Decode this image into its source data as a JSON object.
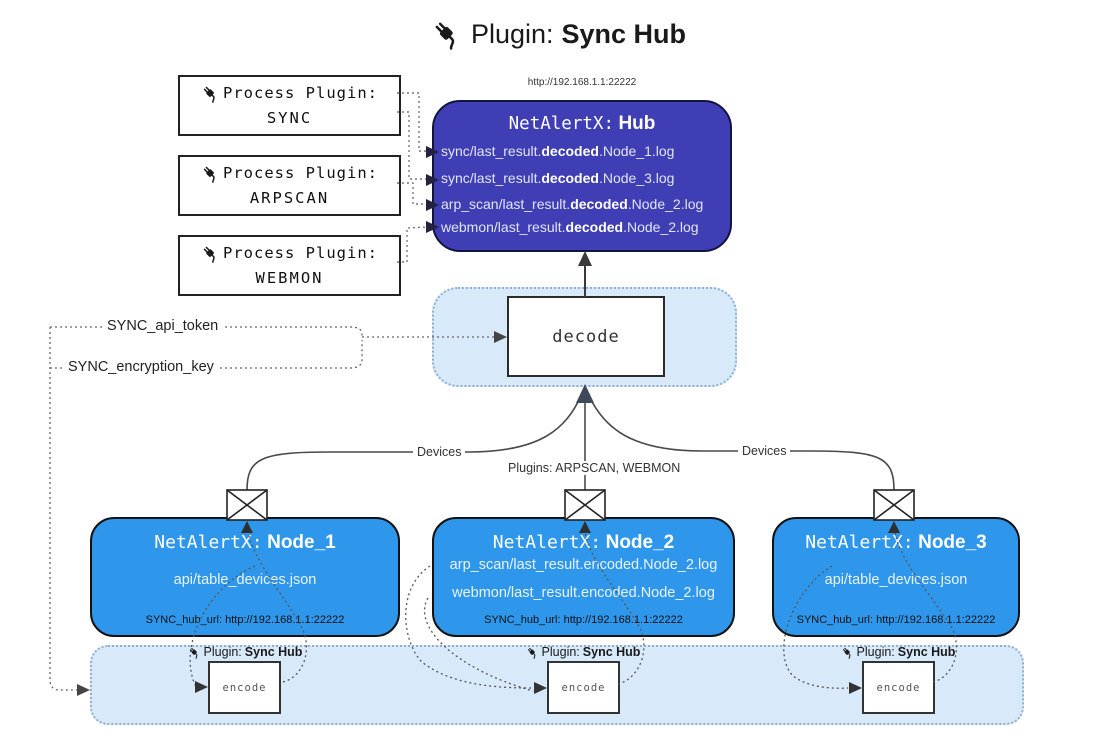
{
  "title": {
    "prefix": "Plugin:",
    "name": "Sync Hub"
  },
  "process_plugins": [
    {
      "label": "Process Plugin:",
      "name": "SYNC"
    },
    {
      "label": "Process Plugin:",
      "name": "ARPSCAN"
    },
    {
      "label": "Process Plugin:",
      "name": "WEBMON"
    }
  ],
  "hub": {
    "url": "http://192.168.1.1:22222",
    "title_prefix": "NetAlertX:",
    "title_name": "Hub",
    "logs": [
      {
        "pre": "sync/last_result.",
        "bold": "decoded",
        "post": ".Node_1.log"
      },
      {
        "pre": "sync/last_result.",
        "bold": "decoded",
        "post": ".Node_3.log"
      },
      {
        "pre": "arp_scan/last_result.",
        "bold": "decoded",
        "post": ".Node_2.log"
      },
      {
        "pre": "webmon/last_result.",
        "bold": "decoded",
        "post": ".Node_2.log"
      }
    ]
  },
  "decode_label": "decode",
  "secrets": {
    "api_token": "SYNC_api_token",
    "encryption_key": "SYNC_encryption_key"
  },
  "edges": {
    "devices_left": "Devices",
    "devices_right": "Devices",
    "plugins_label": "Plugins: ARPSCAN, WEBMON"
  },
  "nodes": [
    {
      "title_prefix": "NetAlertX:",
      "title_name": "Node_1",
      "lines": [
        "api/table_devices.json"
      ],
      "hub_url": "SYNC_hub_url: http://192.168.1.1:22222"
    },
    {
      "title_prefix": "NetAlertX:",
      "title_name": "Node_2",
      "lines": [
        "arp_scan/last_result.encoded.Node_2.log",
        "webmon/last_result.encoded.Node_2.log"
      ],
      "hub_url": "SYNC_hub_url: http://192.168.1.1:22222"
    },
    {
      "title_prefix": "NetAlertX:",
      "title_name": "Node_3",
      "lines": [
        "api/table_devices.json"
      ],
      "hub_url": "SYNC_hub_url: http://192.168.1.1:22222"
    }
  ],
  "encoders": [
    {
      "plugin_prefix": "Plugin:",
      "plugin_name": "Sync Hub",
      "box_label": "encode"
    },
    {
      "plugin_prefix": "Plugin:",
      "plugin_name": "Sync Hub",
      "box_label": "encode"
    },
    {
      "plugin_prefix": "Plugin:",
      "plugin_name": "Sync Hub",
      "box_label": "encode"
    }
  ],
  "colors": {
    "hub_bg": "#3f3eb5",
    "node_bg": "#2e97ec",
    "panel_bg": "#d8e9fa",
    "ink": "#1a1a1a"
  }
}
